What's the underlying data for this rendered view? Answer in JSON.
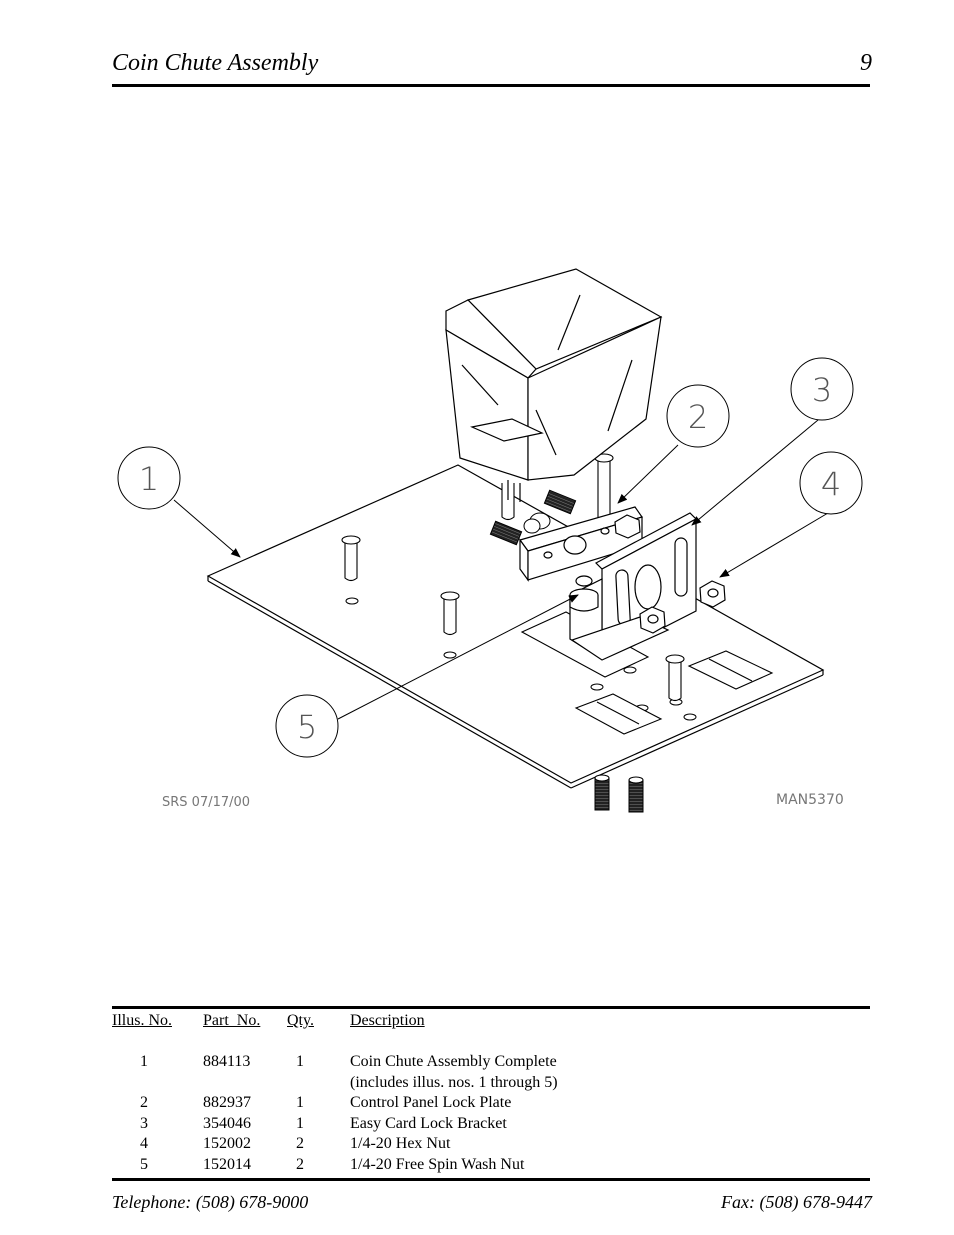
{
  "header": {
    "title": "Coin Chute Assembly",
    "page_number": "9"
  },
  "diagram": {
    "callouts": [
      "1",
      "2",
      "3",
      "4",
      "5"
    ],
    "drafter_stamp": "SRS 07/17/00",
    "drawing_id": "MAN5370"
  },
  "parts_table": {
    "columns": [
      "Illus. No.",
      "Part  No.",
      "Qty.",
      "Description"
    ],
    "rows": [
      {
        "illus": "1",
        "part": "884113",
        "qty": "1",
        "desc": "Coin Chute Assembly Complete"
      },
      {
        "illus": "",
        "part": "",
        "qty": "",
        "desc": "(includes illus. nos. 1 through 5)"
      },
      {
        "illus": "2",
        "part": "882937",
        "qty": "1",
        "desc": "Control Panel Lock Plate"
      },
      {
        "illus": "3",
        "part": "354046",
        "qty": "1",
        "desc": "Easy Card Lock Bracket"
      },
      {
        "illus": "4",
        "part": "152002",
        "qty": "2",
        "desc": "1/4-20 Hex Nut"
      },
      {
        "illus": "5",
        "part": "152014",
        "qty": "2",
        "desc": "1/4-20 Free Spin Wash Nut"
      }
    ]
  },
  "footer": {
    "telephone": "Telephone: (508) 678-9000",
    "fax": "Fax: (508) 678-9447"
  }
}
